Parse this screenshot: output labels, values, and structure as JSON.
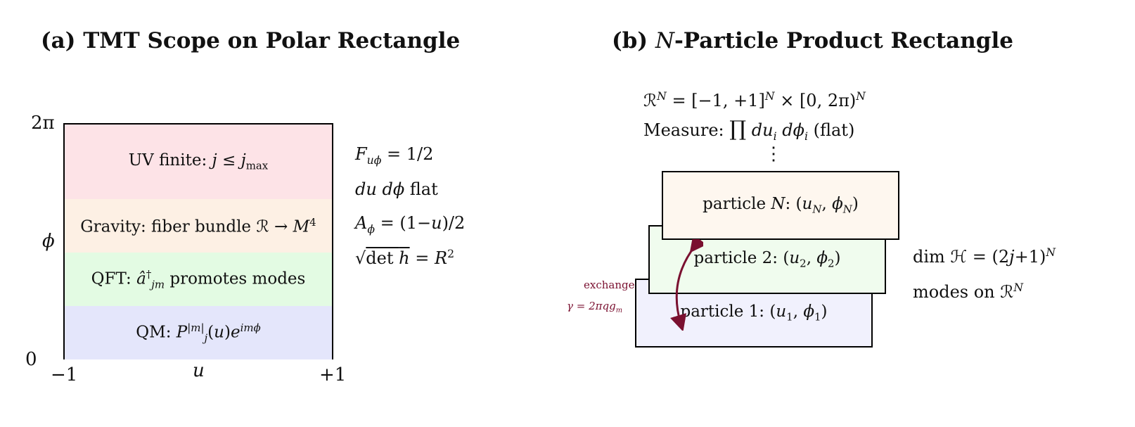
{
  "panel_a": {
    "title": "(a) TMT Scope on Polar Rectangle",
    "y_top": "2π",
    "y_label": "ϕ",
    "y_bottom": "0",
    "x_left": "−1",
    "x_label": "u",
    "x_right": "+1",
    "bands": [
      {
        "label": "UV finite: j ≤ j",
        "sub": "max",
        "color": "#fde3e7"
      },
      {
        "label": "Gravity: fiber bundle ℛ → M",
        "sup": "4",
        "color": "#fdf0e4"
      },
      {
        "label": "QFT: â",
        "sup": "†",
        "sub": "jm",
        "tail": " promotes modes",
        "color": "#e3fbe3"
      },
      {
        "label": "QM: P",
        "sup": "|m|",
        "sub": "j",
        "tail": "(u)e",
        "tail_sup": "imϕ",
        "color": "#e4e6fb"
      }
    ],
    "annotations": [
      "F_uϕ = 1/2",
      "du dϕ flat",
      "A_ϕ = (1−u)/2",
      "√det h = R²"
    ]
  },
  "panel_b": {
    "title_pre": "(b) ",
    "title_n": "N",
    "title_post": "-Particle Product Rectangle",
    "header_line1": "ℛ^N = [−1, +1]^N × [0, 2π)^N",
    "header_line2": "Measure: ∏ du_i dϕ_i (flat)",
    "ellipsis": "⋮",
    "particles": [
      {
        "label": "particle N: (u_N, ϕ_N)",
        "color": "#fef7ef"
      },
      {
        "label": "particle 2: (u_2, ϕ_2)",
        "color": "#f0fcee"
      },
      {
        "label": "particle 1: (u_1, ϕ_1)",
        "color": "#f1f1fd"
      }
    ],
    "exchange_label": "exchange",
    "exchange_formula": "γ = 2πqg_m",
    "exchange_color": "#7a1030",
    "right_line1": "dim ℋ = (2j+1)^N",
    "right_line2": "modes on ℛ^N"
  }
}
